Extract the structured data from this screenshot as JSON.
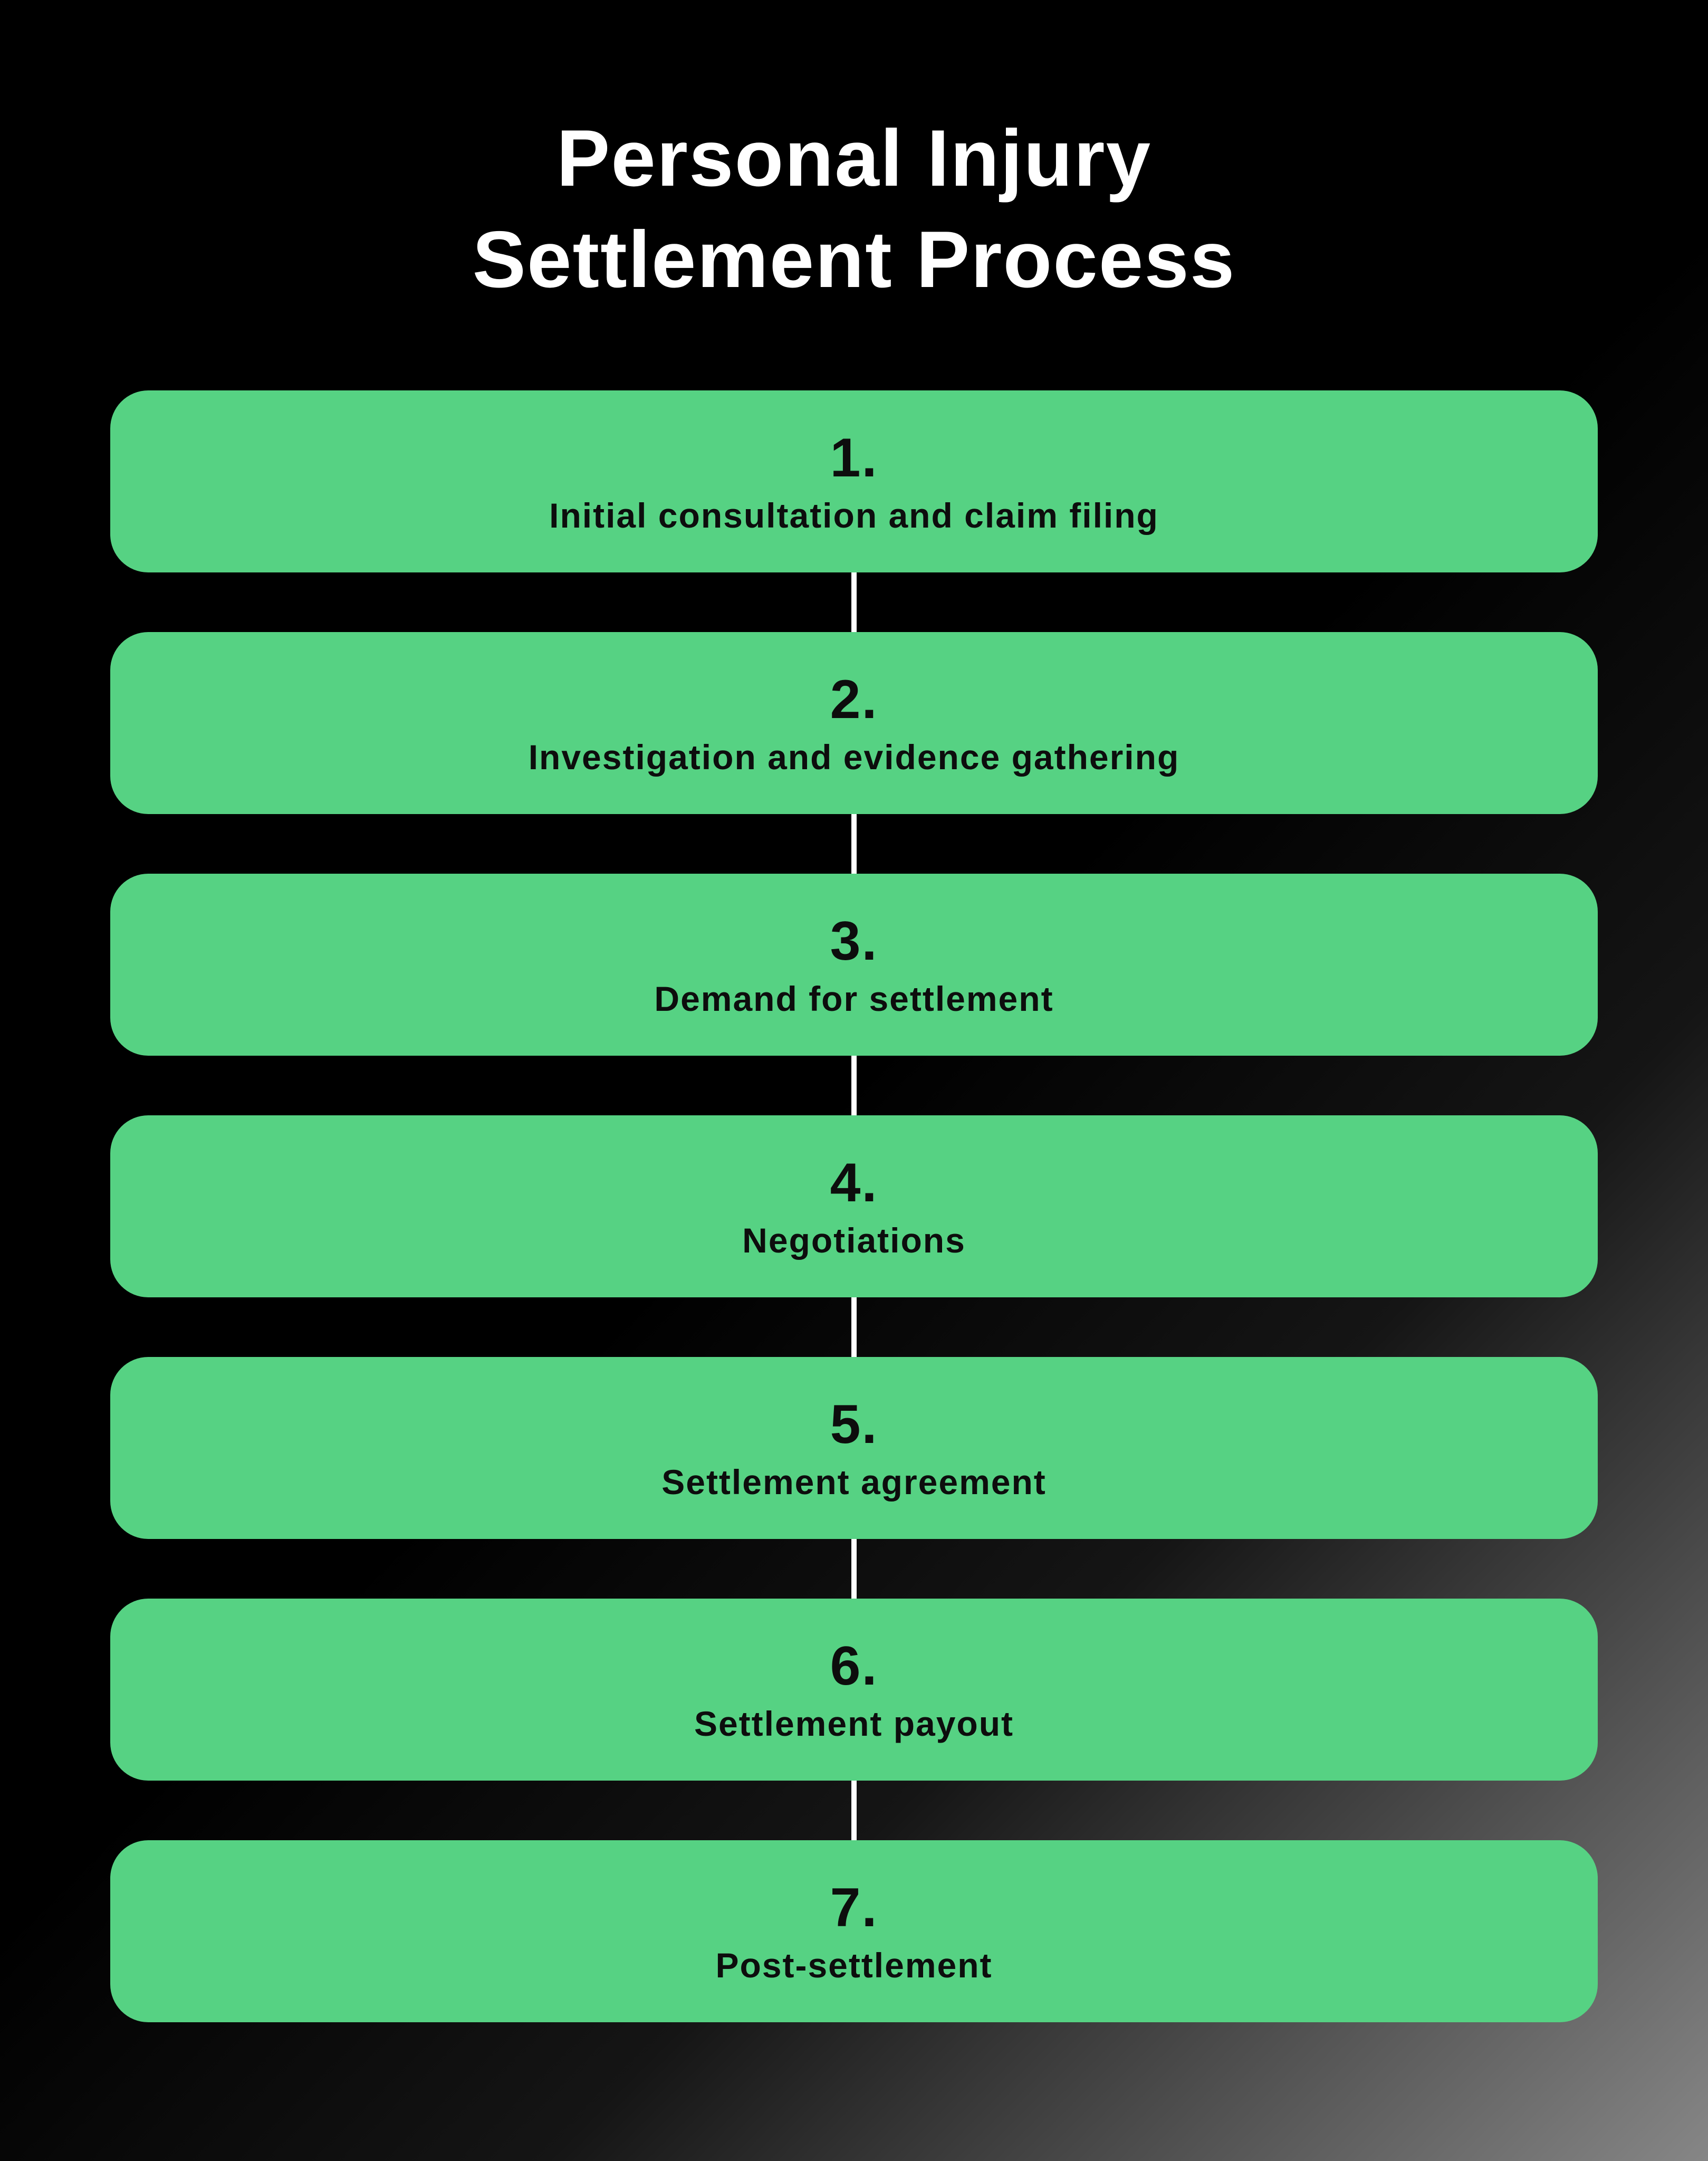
{
  "page": {
    "title_line1": "Personal Injury",
    "title_line2": "Settlement Process"
  },
  "colors": {
    "background_start": "#000000",
    "background_end": "#868686",
    "box_green": "#56d283",
    "box_text": "#0d0d0d",
    "title_text": "#ffffff",
    "connector_white": "#ffffff"
  },
  "steps": [
    {
      "number": "1.",
      "label": "Initial consultation and claim filing"
    },
    {
      "number": "2.",
      "label": "Investigation and evidence gathering"
    },
    {
      "number": "3.",
      "label": "Demand for settlement"
    },
    {
      "number": "4.",
      "label": "Negotiations"
    },
    {
      "number": "5.",
      "label": "Settlement agreement"
    },
    {
      "number": "6.",
      "label": "Settlement payout"
    },
    {
      "number": "7.",
      "label": "Post-settlement"
    }
  ]
}
